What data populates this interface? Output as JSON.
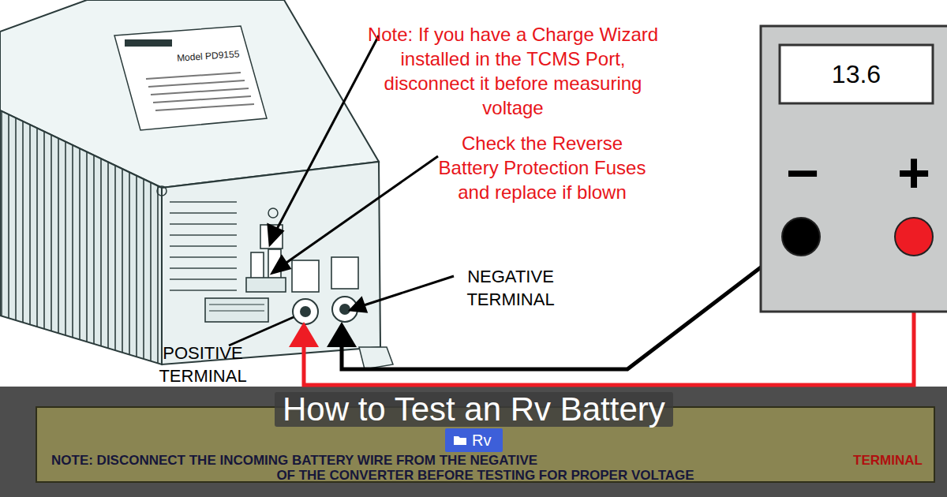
{
  "diagram": {
    "title": "How to Test an Rv Battery",
    "nodes": [
      {
        "text": [
          "−",
          "+"
        ]
      },
      {
        "text": [
          "13.6"
        ],
        "in": 0
      },
      {
        "text": [
          "NOTE: DISCONNECT THE INCOMING BATTERY WIRE FROM THE NEGATIVE",
          "TERMINAL",
          "OF THE CONVERTER BEFORE TESTING FOR PROPER VOLTAGE"
        ]
      },
      {
        "text": [
          "Rv"
        ]
      }
    ],
    "labels": [
      "Note: If you have a Charge Wizard installed in the TCMS Port, disconnect it before measuring voltage",
      "Check the Reverse Battery Protection Fuses and replace if blown",
      "NEGATIVE TERMINAL",
      "POSITIVE TERMINAL",
      "Model PD9155"
    ]
  }
}
